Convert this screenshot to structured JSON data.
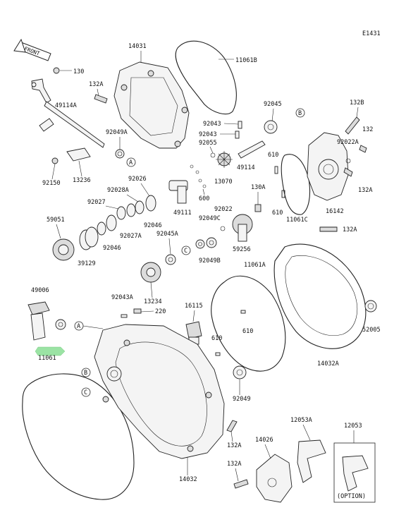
{
  "diagram_code": "E1431",
  "front_label": "FRONT",
  "option_label": "(OPTION)",
  "callouts": {
    "A": "A",
    "B": "B",
    "C": "C"
  },
  "labels": {
    "p130": "130",
    "p14031": "14031",
    "p11061B": "11061B",
    "p132A_top": "132A",
    "p49114A": "49114A",
    "p92049A": "92049A",
    "p92043_1": "92043",
    "p92043_2": "92043",
    "p92045": "92045",
    "p132B": "132B",
    "p132": "132",
    "p92022A": "92022A",
    "p92055": "92055",
    "p49114": "49114",
    "p610_a": "610",
    "p610_b": "610",
    "p13070": "13070",
    "p92150": "92150",
    "p13236": "13236",
    "p92026": "92026",
    "p92028A": "92028A",
    "p49111": "49111",
    "p600": "600",
    "p130A": "130A",
    "p132A_r1": "132A",
    "p16142": "16142",
    "p11061C": "11061C",
    "p92022": "92022",
    "p92027": "92027",
    "p59051": "59051",
    "p92046_a": "92046",
    "p92027A": "92027A",
    "p92046_b": "92046",
    "p92045A": "92045A",
    "p92049C": "92049C",
    "p132A_r2": "132A",
    "p59256": "59256",
    "p39129": "39129",
    "p92049B": "92049B",
    "p11061A": "11061A",
    "p49006": "49006",
    "p92043A": "92043A",
    "p220": "220",
    "p13234": "13234",
    "p16115": "16115",
    "p610_c": "610",
    "p52005": "52005",
    "p11061": "11061",
    "p610_d": "610",
    "p14032A": "14032A",
    "p92049": "92049",
    "p12053A": "12053A",
    "p12053": "12053",
    "p132A_b1": "132A",
    "p14026": "14026",
    "p132A_b2": "132A",
    "p14032": "14032"
  }
}
